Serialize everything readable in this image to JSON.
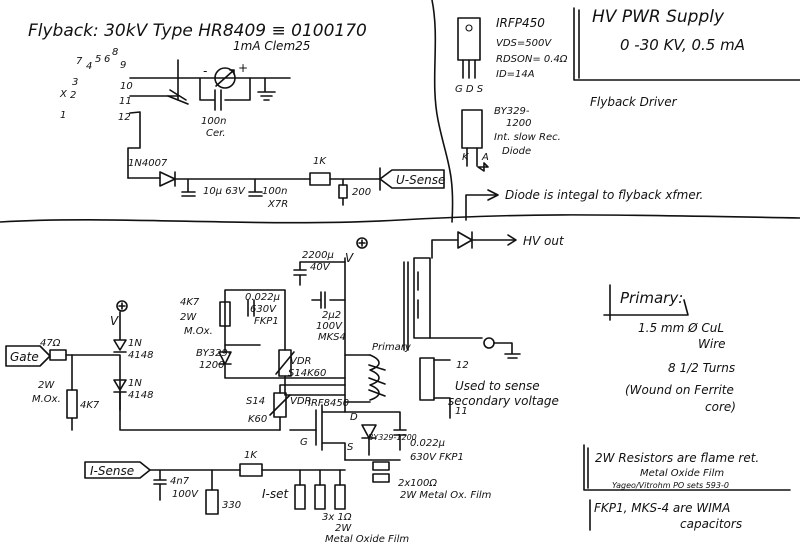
{
  "texts": {
    "title": "Flyback: 30kV Type HR8409 ≡ 0100170",
    "pin_numbers": [
      "7",
      "4",
      "5",
      "6",
      "8",
      "9",
      "3",
      "X",
      "2",
      "1",
      "10",
      "11",
      "12"
    ],
    "meter": "1mA Clem25",
    "meter_minus": "-",
    "meter_plus": "+",
    "cap_meter": "100n",
    "cap_meter_type": "Cer.",
    "diode_top": "1N4007",
    "cap_10u": "10µ 63V",
    "cap_100n": "100n",
    "cap_100n_type": "X7R",
    "res_1k_top": "1K",
    "res_200": "200",
    "u_sense": "U-Sense",
    "mosfet_name": "IRFP450",
    "mosfet_vds": "VDS=500V",
    "mosfet_rdson": "RDSON= 0.4Ω",
    "mosfet_id": "ID=14A",
    "mosfet_pins": "G D S",
    "diode_part": "BY329-",
    "diode_part2": "1200",
    "diode_desc": "Int. slow Rec.",
    "diode_desc2": "Diode",
    "diode_k": "K",
    "diode_a": "A",
    "hv_title": "HV PWR Supply",
    "hv_range": "0 -30 KV, 0.5 mA",
    "flyback_driver": "Flyback Driver",
    "diode_integral": "Diode is integal to flyback xfmer.",
    "hv_out": "HV out",
    "cap_2200": "2200µ",
    "cap_2200_v": "40V",
    "v_plus": "V",
    "cap_2u2": "2µ2",
    "cap_2u2_v": "100V",
    "cap_2u2_type": "MKS4",
    "res_4k7_top": "4K7",
    "res_4k7_w": "2W",
    "res_4k7_type": "M.Ox.",
    "cap_0022_top": "0.022µ",
    "cap_0022_top_v": "630V",
    "cap_0022_top_type": "FKP1",
    "diode_by329": "BY329-",
    "diode_by329_2": "1200",
    "vdr_top": "VDR",
    "vdr_top_part": "S14K60",
    "primary_label": "Primary",
    "vdr_mid": "VDR",
    "vdr_mid_part": "S14",
    "vdr_mid_part2": "K60",
    "irf_mid": "IRF8450",
    "gate_label": "G",
    "drain_label": "D",
    "source_label": "S",
    "by329_small": "BY329-1200",
    "cap_0022_mid": "0.022µ",
    "cap_0022_mid_v": "630V FKP1",
    "res_2x100": "2x100Ω",
    "res_2x100_type": "2W Metal Ox. Film",
    "gate_in": "Gate",
    "res_47": "47Ω",
    "res_2w_mox": "2W",
    "res_2w_mox2": "M.Ox.",
    "res_4k7_gate": "4K7",
    "zener_1": "1N",
    "zener_1b": "4148",
    "zener_2": "1N",
    "zener_2b": "4148",
    "v_plus_left": "V",
    "pin_12": "12",
    "pin_11": "11",
    "sense_desc": "Used to sense",
    "sense_desc2": "secondary voltage",
    "primary_box": "Primary:",
    "wire_spec": "1.5 mm Ø CuL",
    "wire_spec2": "Wire",
    "turns": "8 1/2 Turns",
    "wound": "(Wound on Ferrite",
    "core": "core)",
    "note1": "2W Resistors are flame ret.",
    "note1b": "Metal Oxide Film",
    "note1c": "Yageo/Vitrohm PO sets 593-0",
    "note2": "FKP1, MKS-4 are WIMA",
    "note2b": "capacitors",
    "i_sense": "I-Sense",
    "cap_4n7": "4n7",
    "cap_4n7_v": "100V",
    "res_1k_bot": "1K",
    "i_set": "I-set",
    "res_330": "330",
    "res_3x1": "3x 1Ω",
    "res_3x1_w": "2W",
    "res_3x1_type": "Metal Oxide Film"
  }
}
